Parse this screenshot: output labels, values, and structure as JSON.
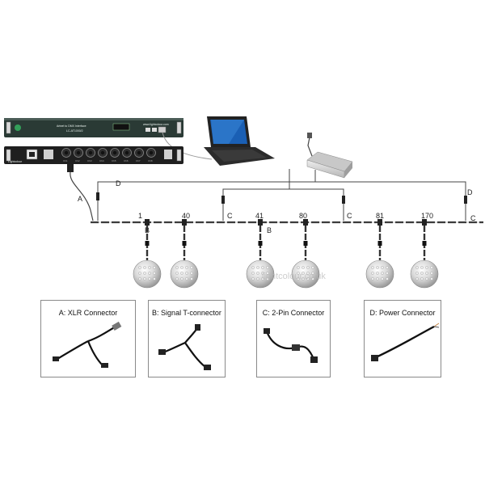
{
  "controller": {
    "title": "Artnet to DMX Interface",
    "model": "LC-AT1000/2",
    "web": "www.lightcolour.com"
  },
  "splitter": {
    "port_labels": [
      "Ch1",
      "Ch2",
      "Ch3",
      "Ch4",
      "Ch5",
      "Ch6",
      "Ch7",
      "Ch8"
    ],
    "brand": "Lightcolour"
  },
  "watermark": "lightcolour.co.uk",
  "connector_tags": {
    "a": "A",
    "b_left": "B",
    "b_right": "B",
    "c_1": "C",
    "c_2": "C",
    "c_3": "C",
    "d_left": "D",
    "d_right": "D"
  },
  "address_marks": [
    "1",
    "40",
    "41",
    "80",
    "81",
    "170"
  ],
  "legend": [
    {
      "title": "A: XLR Connector"
    },
    {
      "title": "B: Signal T-connector"
    },
    {
      "title": "C: 2-Pin Connector"
    },
    {
      "title": "D: Power Connector"
    }
  ]
}
